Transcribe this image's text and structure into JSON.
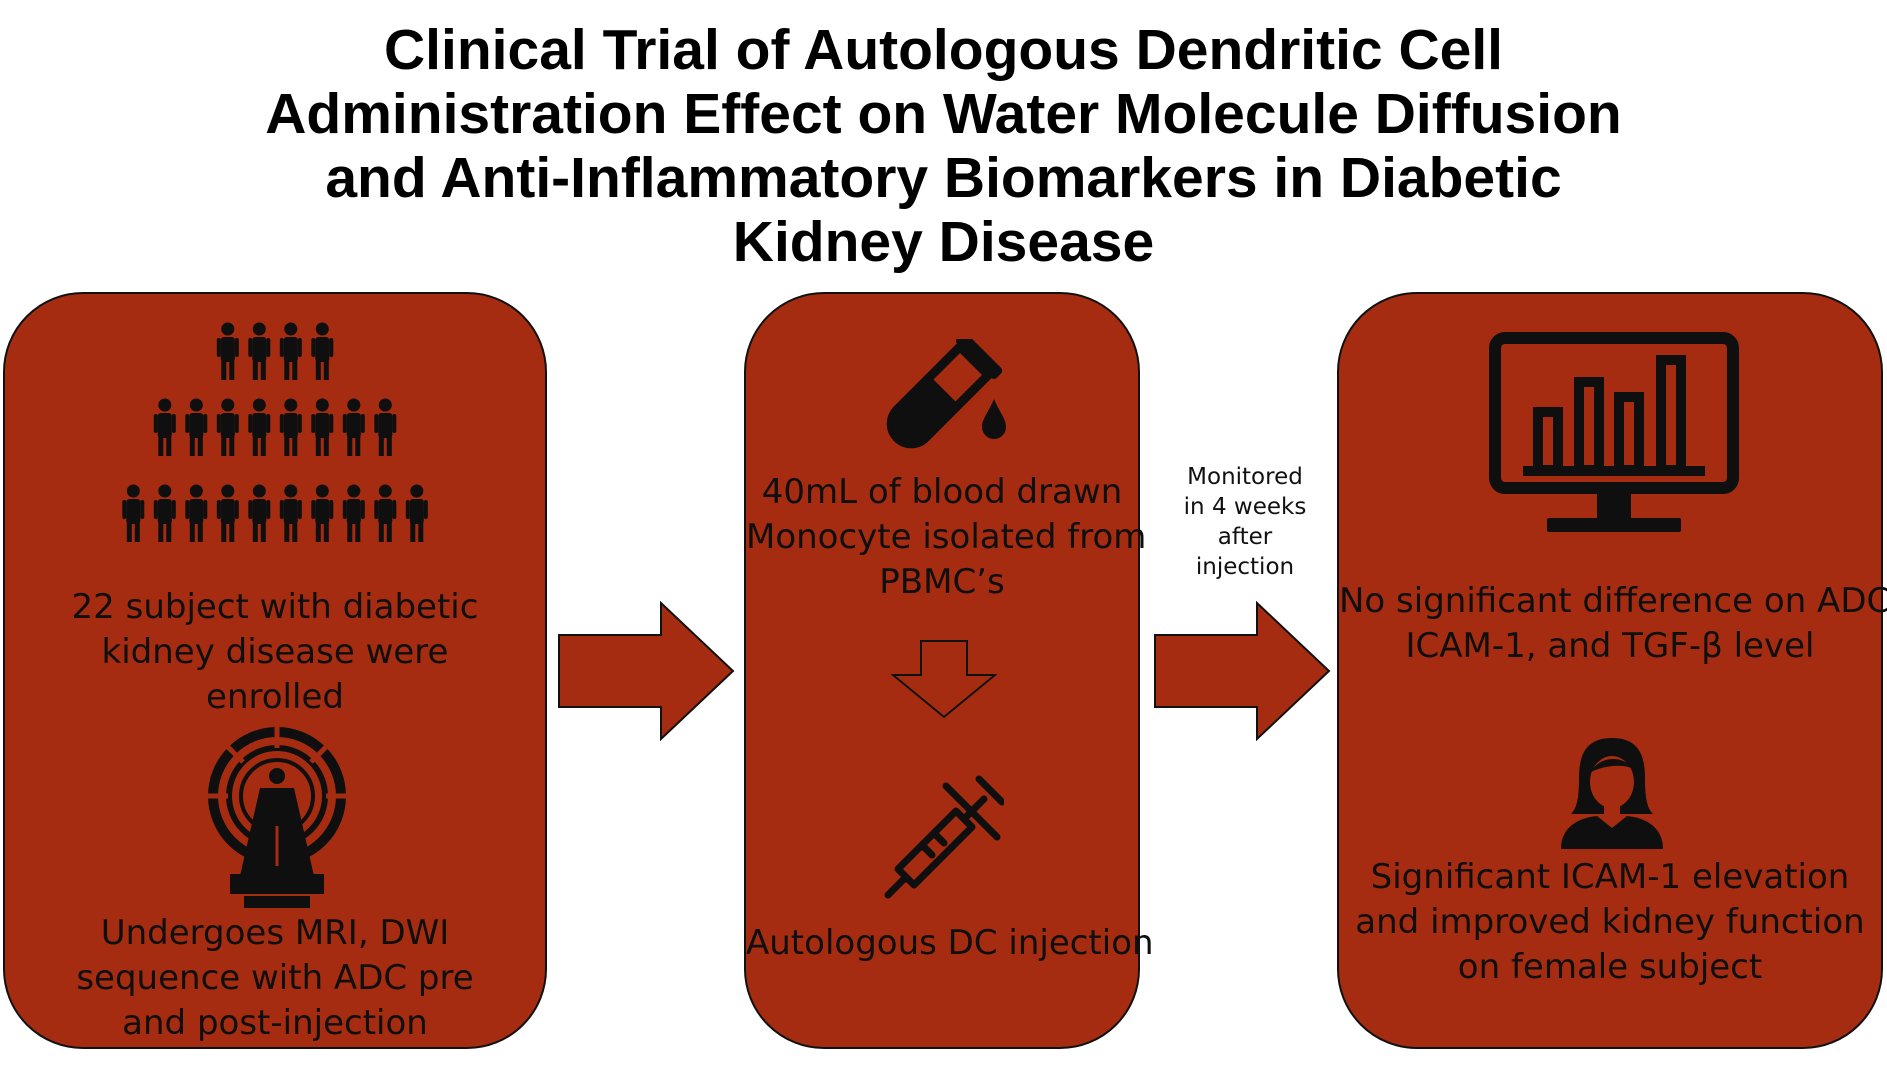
{
  "title": {
    "lines": [
      "Clinical Trial of Autologous Dendritic Cell",
      "Administration Effect on Water Molecule Diffusion",
      "and Anti-Inflammatory Biomarkers in Diabetic",
      "Kidney Disease"
    ]
  },
  "panels": [
    {
      "blocks": [
        {
          "icon": "people-pyramid-icon",
          "lines": [
            "22 subject with diabetic",
            "kidney disease were",
            "enrolled"
          ]
        },
        {
          "icon": "mri-scanner-icon",
          "lines": [
            "Undergoes MRI, DWI",
            "sequence with ADC pre",
            "and post-injection"
          ]
        }
      ]
    },
    {
      "blocks": [
        {
          "icon": "test-tube-blood-icon",
          "lines": [
            "40mL of blood drawn",
            "Monocyte isolated from",
            "PBMC’s"
          ]
        },
        {
          "icon": "syringe-icon",
          "lines": [
            "Autologous DC injection"
          ]
        }
      ]
    },
    {
      "blocks": [
        {
          "icon": "monitor-bar-chart-icon",
          "lines": [
            "No significant difference on ADC,",
            "ICAM-1, and TGF-β level"
          ]
        },
        {
          "icon": "female-person-icon",
          "lines": [
            "Significant ICAM-1 elevation",
            "and improved kidney function",
            "on female subject"
          ]
        }
      ]
    }
  ],
  "between_note": {
    "lines": [
      "Monitored",
      "in 4 weeks",
      "after",
      "injection"
    ]
  },
  "colors": {
    "panel": "#a52c10",
    "outline": "#111111",
    "icon": "#0f0f0f",
    "background": "#ffffff"
  }
}
